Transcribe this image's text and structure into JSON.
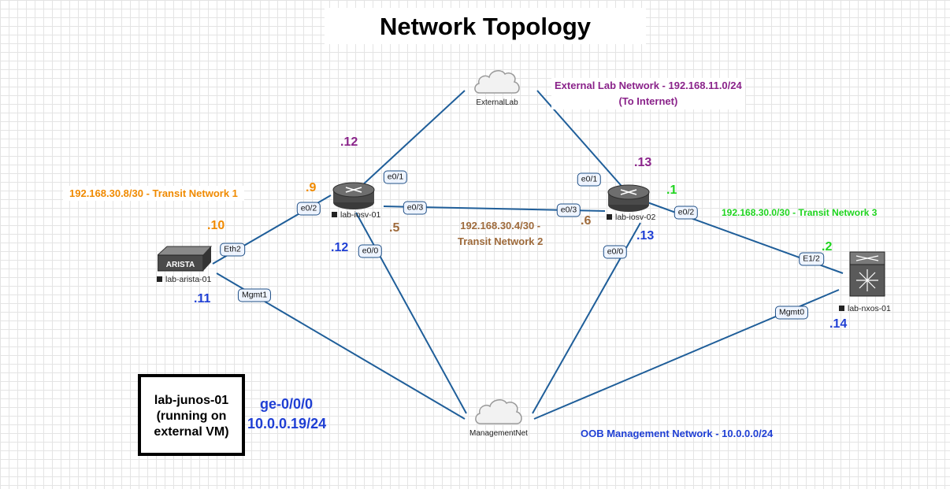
{
  "title": "Network Topology",
  "networks": {
    "external": {
      "line1": "External Lab Network - 192.168.11.0/24",
      "line2": "(To Internet)",
      "color": "#8a238a"
    },
    "transit1": {
      "label": "192.168.30.8/30 - Transit Network 1",
      "color": "#f08a00"
    },
    "transit2": {
      "line1": "192.168.30.4/30 -",
      "line2": "Transit Network 2",
      "color": "#9e6a3b"
    },
    "transit3": {
      "label": "192.168.30.0/30 - Transit Network 3",
      "color": "#1fd41f"
    },
    "oob": {
      "label": "OOB Management Network - 10.0.0.0/24",
      "color": "#1f3fd4"
    }
  },
  "devices": {
    "iosv01": {
      "name": "lab-iosv-01"
    },
    "iosv02": {
      "name": "lab-iosv-02"
    },
    "arista": {
      "name": "lab-arista-01",
      "logo": "ARISTA"
    },
    "nxos": {
      "name": "lab-nxos-01"
    },
    "external_cloud": {
      "name": "ExternalLab"
    },
    "mgmt_cloud": {
      "name": "ManagementNet"
    }
  },
  "interfaces": {
    "iosv01_e0_1": "e0/1",
    "iosv02_e0_1": "e0/1",
    "iosv01_e0_2": "e0/2",
    "iosv01_e0_3": "e0/3",
    "iosv02_e0_3": "e0/3",
    "iosv01_e0_0": "e0/0",
    "iosv02_e0_0": "e0/0",
    "iosv02_e0_2": "e0/2",
    "arista_eth2": "Eth2",
    "arista_mgmt1": "Mgmt1",
    "nxos_e1_2": "E1/2",
    "nxos_mgmt0": "Mgmt0"
  },
  "ips": {
    "iosv01_ext": ".12",
    "iosv02_ext": ".13",
    "iosv01_t1": ".9",
    "arista_t1": ".10",
    "iosv01_t2": ".5",
    "iosv02_t2": ".6",
    "iosv02_t3": ".1",
    "nxos_t3": ".2",
    "iosv01_mgmt": ".12",
    "iosv02_mgmt": ".13",
    "arista_mgmt": ".11",
    "nxos_mgmt": ".14"
  },
  "junos": {
    "line1": "lab-junos-01",
    "line2": "(running on",
    "line3": "external VM)",
    "port": "ge-0/0/0",
    "ip": "10.0.0.19/24",
    "color": "#1f3fd4"
  },
  "colors": {
    "link": "#1f5e99",
    "purple": "#8a238a",
    "orange": "#f08a00",
    "brown": "#9e6a3b",
    "green": "#1fd41f",
    "blue": "#1f3fd4"
  }
}
